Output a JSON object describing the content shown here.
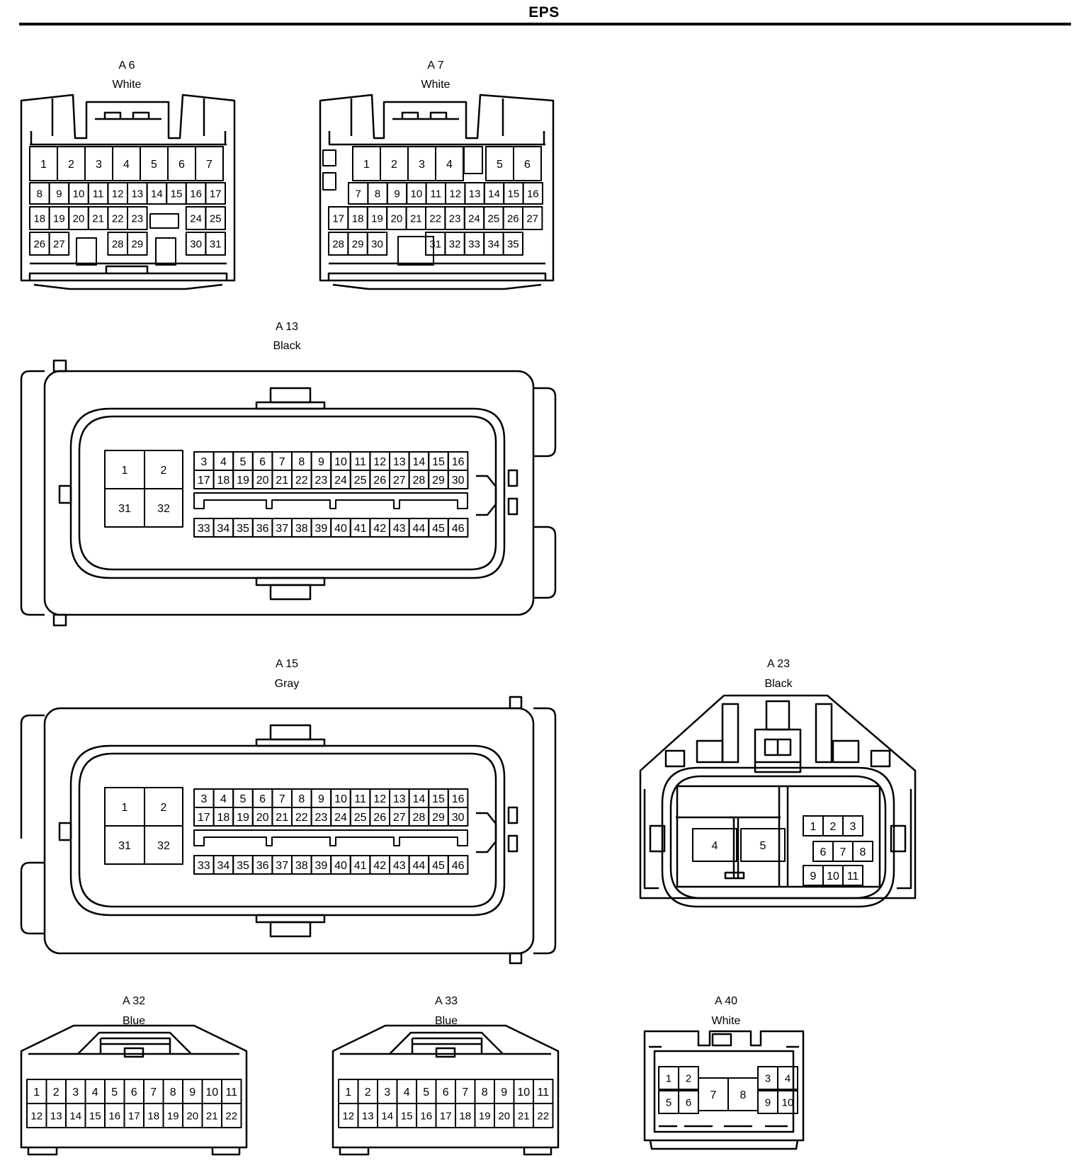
{
  "title": "EPS",
  "connectors": {
    "a6": {
      "id": "A 6",
      "color": "White"
    },
    "a7": {
      "id": "A 7",
      "color": "White"
    },
    "a13": {
      "id": "A 13",
      "color": "Black"
    },
    "a15": {
      "id": "A 15",
      "color": "Gray"
    },
    "a23": {
      "id": "A 23",
      "color": "Black"
    },
    "a32": {
      "id": "A 32",
      "color": "Blue"
    },
    "a33": {
      "id": "A 33",
      "color": "Blue"
    },
    "a40": {
      "id": "A 40",
      "color": "White"
    }
  }
}
